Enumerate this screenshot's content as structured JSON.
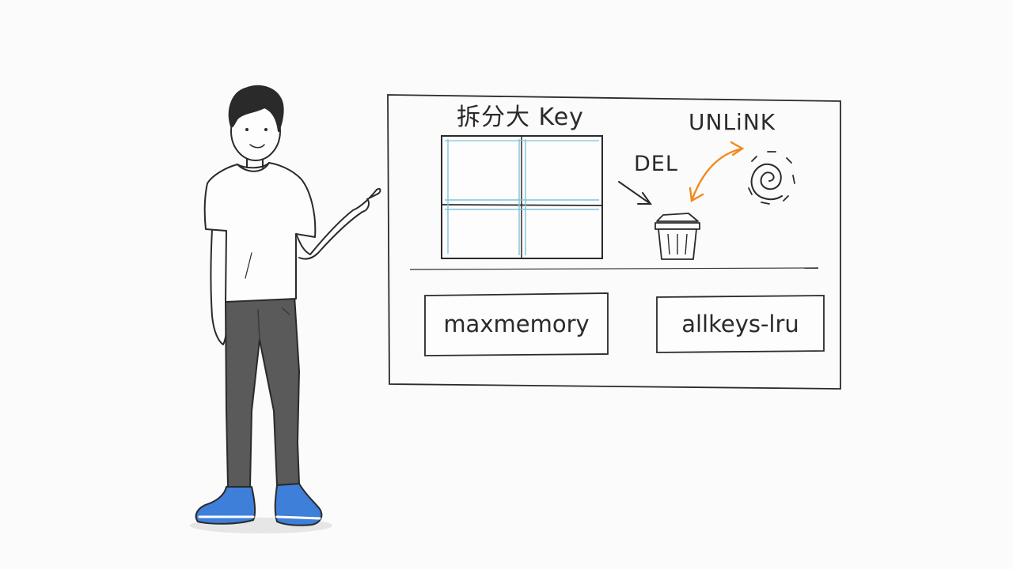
{
  "labels": {
    "split_key": "拆分大 Key",
    "unlink": "UNLiNK",
    "del": "DEL",
    "maxmemory": "maxmemory",
    "allkeys_lru": "allkeys-lru"
  },
  "colors": {
    "ink": "#2a2a2a",
    "grid_accent": "#7fc4d8",
    "arrow_accent": "#f08a1c",
    "pants": "#5a5a5a",
    "shoes": "#3d7fd9",
    "background": "#fbfbfb"
  },
  "icons": {
    "trash": "trash-can-icon",
    "spiral": "spiral-icon"
  }
}
